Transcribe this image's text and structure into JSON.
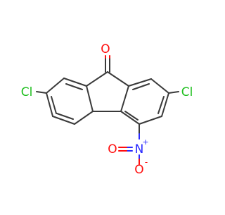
{
  "molecule": {
    "atoms": {
      "carbonyl_oxygen": {
        "symbol": "O",
        "color": "#ff0d0d"
      },
      "chlorine_left": {
        "symbol": "Cl",
        "color": "#1fbf1f"
      },
      "chlorine_right": {
        "symbol": "Cl",
        "color": "#1fbf1f"
      },
      "nitro_nitrogen": {
        "symbol": "N",
        "charge": "+",
        "color": "#2a2aff"
      },
      "nitro_oxygen_double": {
        "symbol": "O",
        "color": "#ff0d0d"
      },
      "nitro_oxygen_single": {
        "symbol": "O",
        "charge": "-",
        "color": "#ff0d0d"
      }
    },
    "bond_color": "#3a3a3a"
  }
}
